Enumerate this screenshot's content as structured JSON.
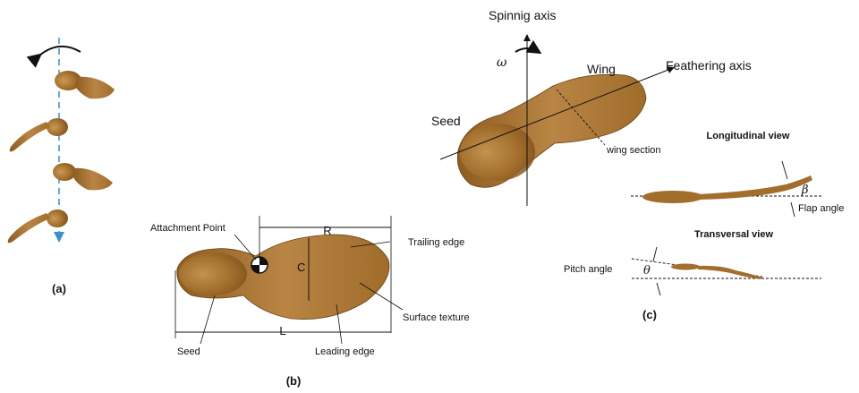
{
  "panel_a": {
    "caption": "(a)"
  },
  "panel_b": {
    "caption": "(b)",
    "labels": {
      "attachment_point": "Attachment Point",
      "r": "R",
      "c": "C",
      "l": "L",
      "trailing_edge": "Trailing edge",
      "surface_texture": "Surface texture",
      "seed": "Seed",
      "leading_edge": "Leading edge"
    }
  },
  "panel_c": {
    "caption": "(c)",
    "labels": {
      "spinning_axis": "Spinnig axis",
      "omega": "ω",
      "wing": "Wing",
      "feathering_axis": "Feathering axis",
      "seed": "Seed",
      "wing_section": "wing section",
      "longitudinal_view": "Longitudinal view",
      "beta": "β",
      "flap_angle": "Flap angle",
      "transversal_view": "Transversal view",
      "pitch_angle": "Pitch angle",
      "theta": "θ"
    }
  },
  "colors": {
    "seed_dark": "#8a5a1e",
    "seed_mid": "#b07a35",
    "seed_light": "#c99a55",
    "axis_blue": "#3a8fd0"
  }
}
